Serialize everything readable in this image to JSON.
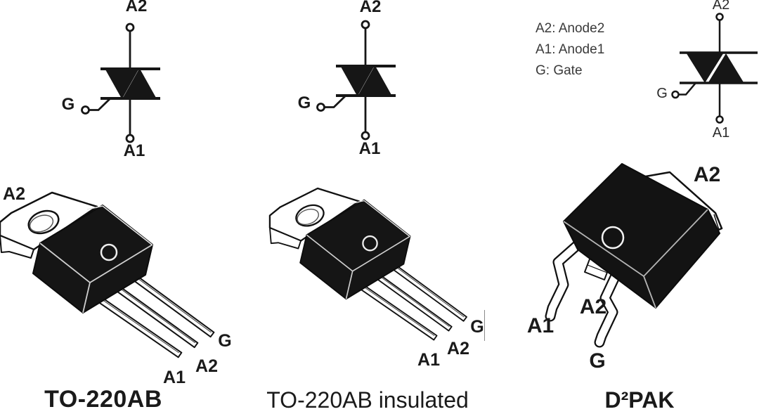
{
  "legend": {
    "line1": "A2: Anode2",
    "line2": "A1: Anode1",
    "line3": "G: Gate"
  },
  "symbols": [
    {
      "top": "A2",
      "gate": "G",
      "bottom": "A1"
    },
    {
      "top": "A2",
      "gate": "G",
      "bottom": "A1"
    },
    {
      "top": "A2",
      "gate": "G",
      "bottom": "A1"
    }
  ],
  "packages": [
    {
      "caption": "TO-220AB",
      "tab_label": "A2",
      "pin_labels": {
        "a1": "A1",
        "a2": "A2",
        "g": "G"
      }
    },
    {
      "caption": "TO-220AB insulated",
      "pin_labels": {
        "a1": "A1",
        "a2": "A2",
        "g": "G"
      }
    },
    {
      "caption": "D²PAK",
      "tab_label": "A2",
      "center_pin_label": "A2",
      "pin_labels": {
        "a1": "A1",
        "g": "G"
      }
    }
  ],
  "colors": {
    "ink": "#1a1a1a",
    "background": "#ffffff"
  }
}
